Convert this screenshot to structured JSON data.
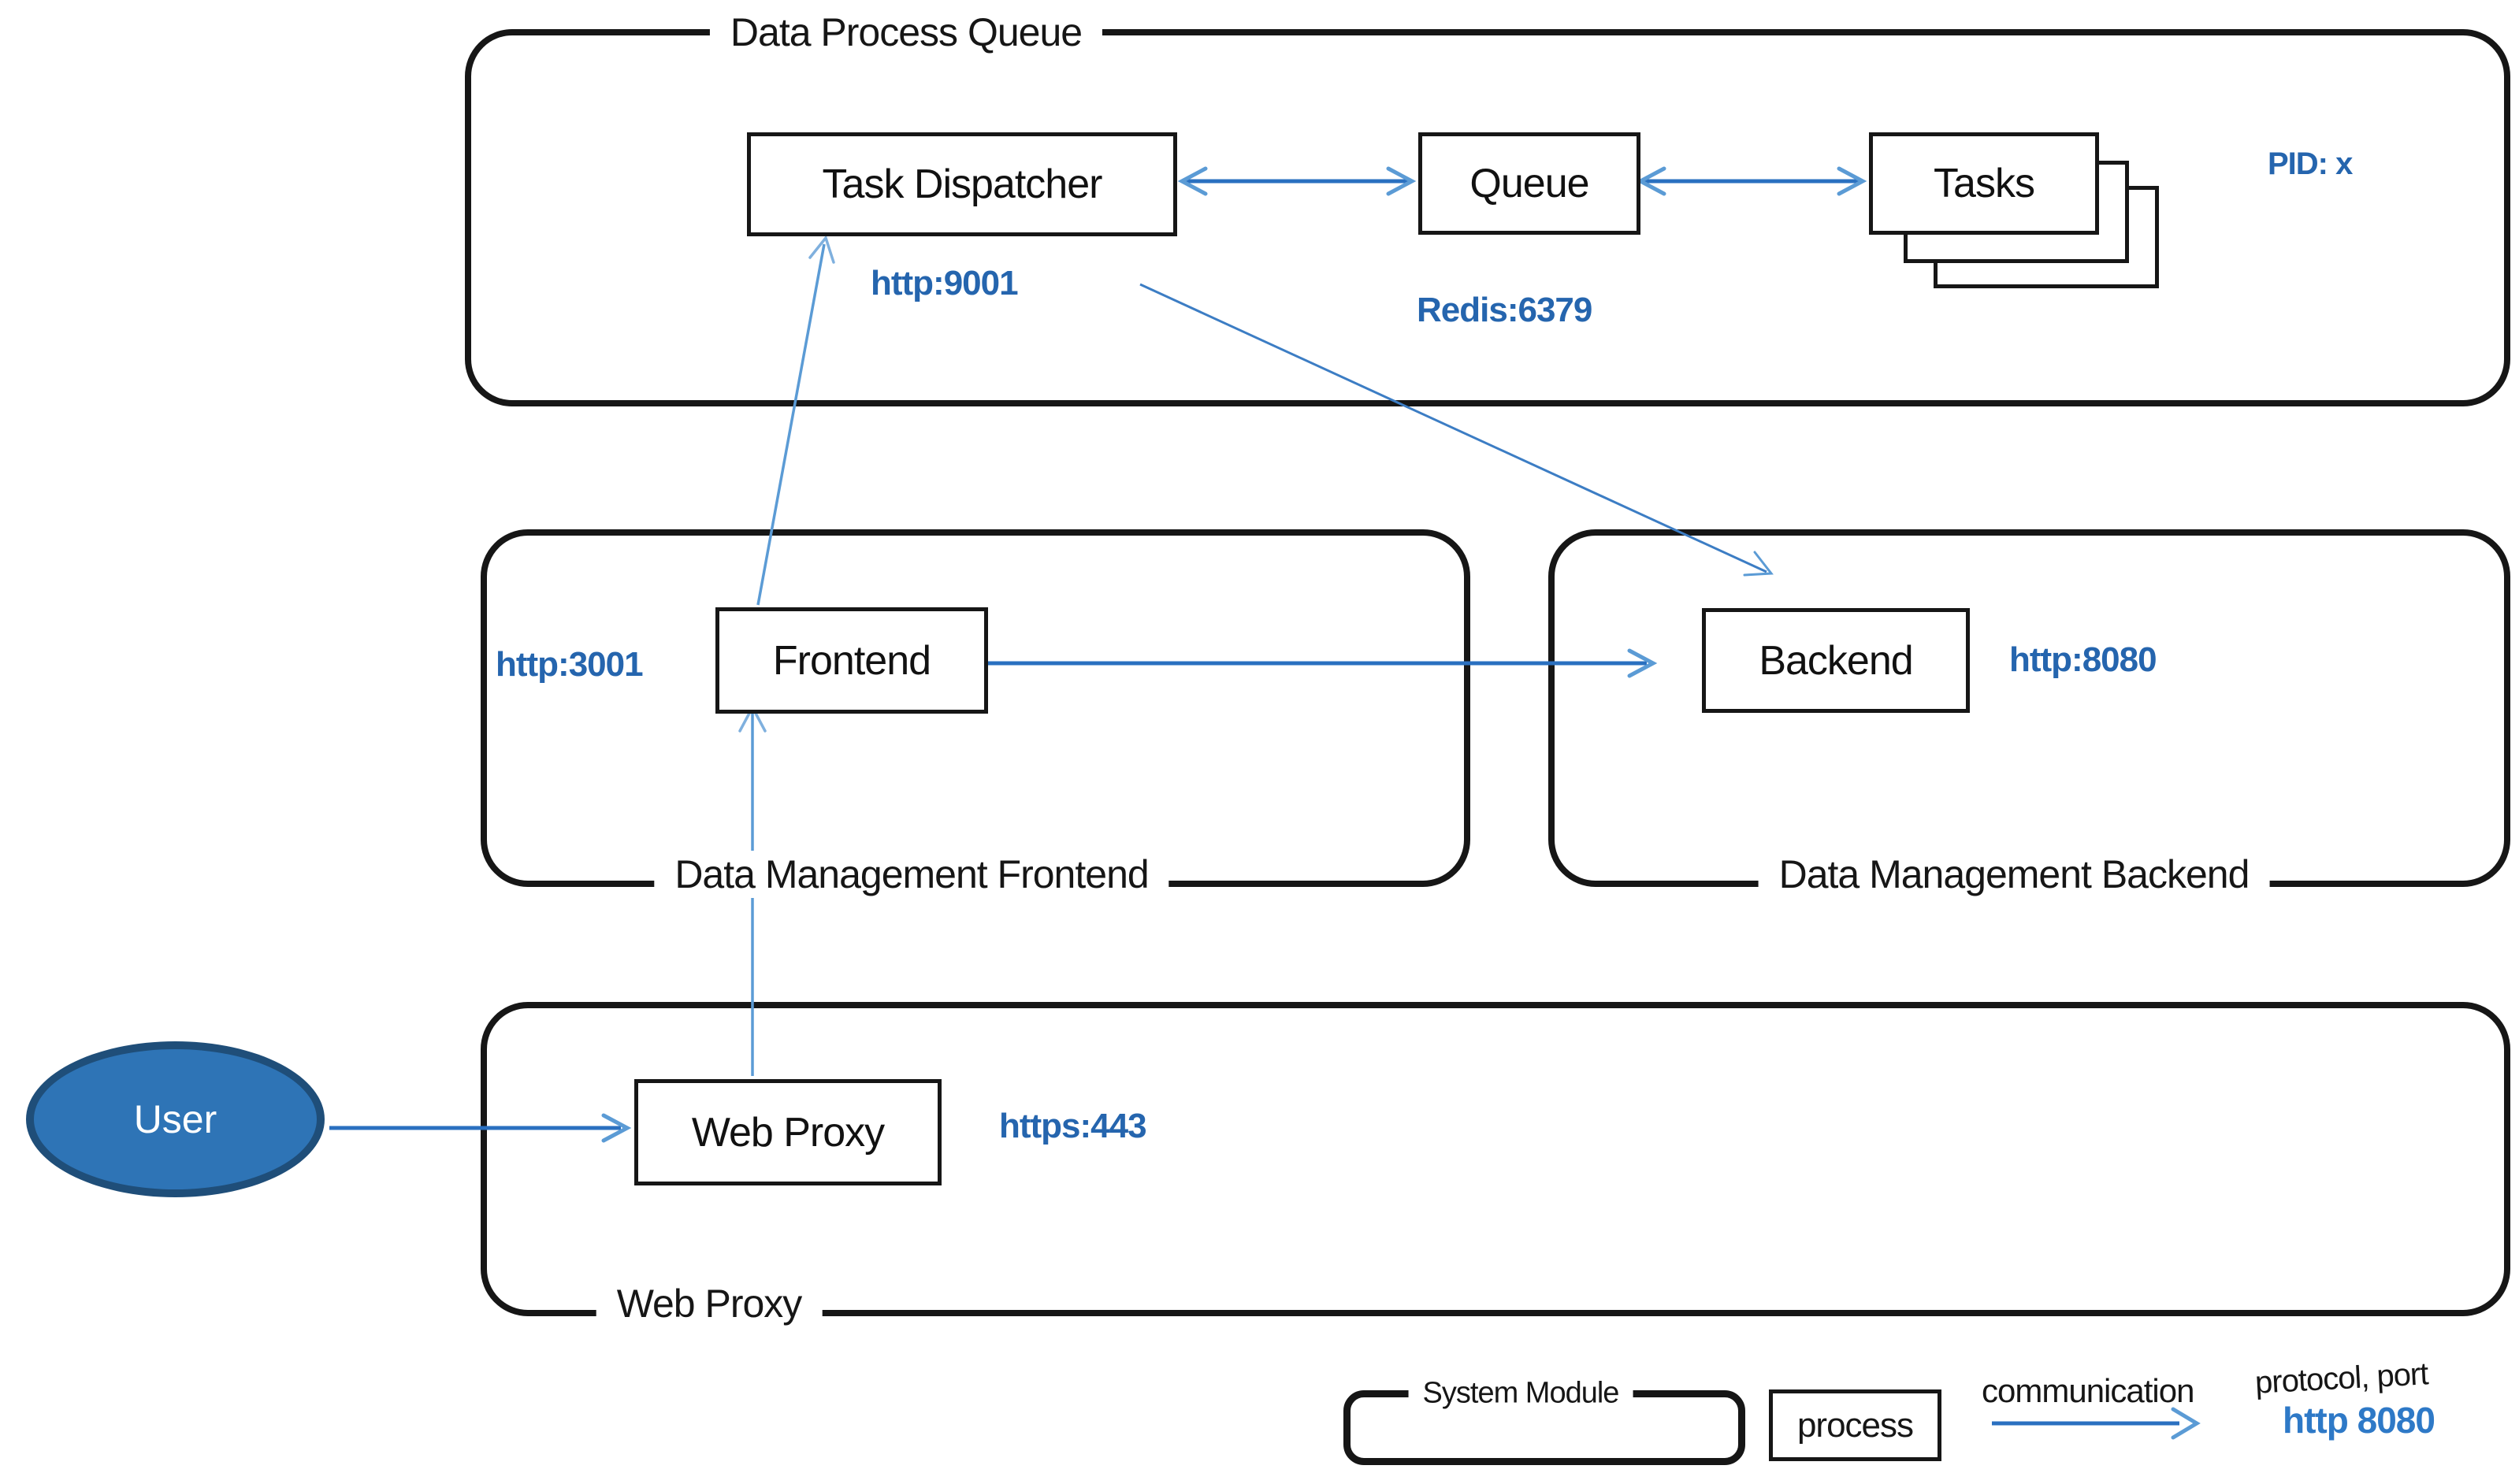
{
  "diagram": {
    "containers": {
      "data_process_queue": {
        "label": "Data Process Queue"
      },
      "dm_frontend": {
        "label": "Data Management Frontend"
      },
      "dm_backend": {
        "label": "Data Management Backend"
      },
      "web_proxy": {
        "label": "Web Proxy"
      }
    },
    "nodes": {
      "task_dispatcher": {
        "label": "Task Dispatcher",
        "port": "http:9001"
      },
      "queue": {
        "label": "Queue",
        "port": "Redis:6379"
      },
      "tasks": {
        "label": "Tasks",
        "pid": "PID: x"
      },
      "frontend": {
        "label": "Frontend",
        "port": "http:3001"
      },
      "backend": {
        "label": "Backend",
        "port": "http:8080"
      },
      "web_proxy_process": {
        "label": "Web Proxy",
        "port": "https:443"
      },
      "user": {
        "label": "User"
      }
    },
    "edges": [
      {
        "from": "user",
        "to": "web_proxy_process",
        "bidirectional": false
      },
      {
        "from": "web_proxy_process",
        "to": "frontend",
        "bidirectional": false
      },
      {
        "from": "frontend",
        "to": "task_dispatcher",
        "bidirectional": false
      },
      {
        "from": "frontend",
        "to": "backend",
        "bidirectional": false
      },
      {
        "from": "task_dispatcher",
        "to": "backend",
        "bidirectional": false
      },
      {
        "from": "task_dispatcher",
        "to": "queue",
        "bidirectional": true
      },
      {
        "from": "queue",
        "to": "tasks",
        "bidirectional": true
      }
    ],
    "legend": {
      "system_module": "System Module",
      "process": "process",
      "communication": "communication",
      "protocol_port": "protocol, port",
      "protocol_example": "http 8080"
    },
    "colors": {
      "arrow_blue": "#2a70c0",
      "arrow_light_blue": "#5b9bd5",
      "label_blue": "#2565ae",
      "legend_blue": "#2e79c7",
      "user_fill": "#2e74b6",
      "user_border": "#1f4e79",
      "outline_black": "#161616"
    }
  }
}
